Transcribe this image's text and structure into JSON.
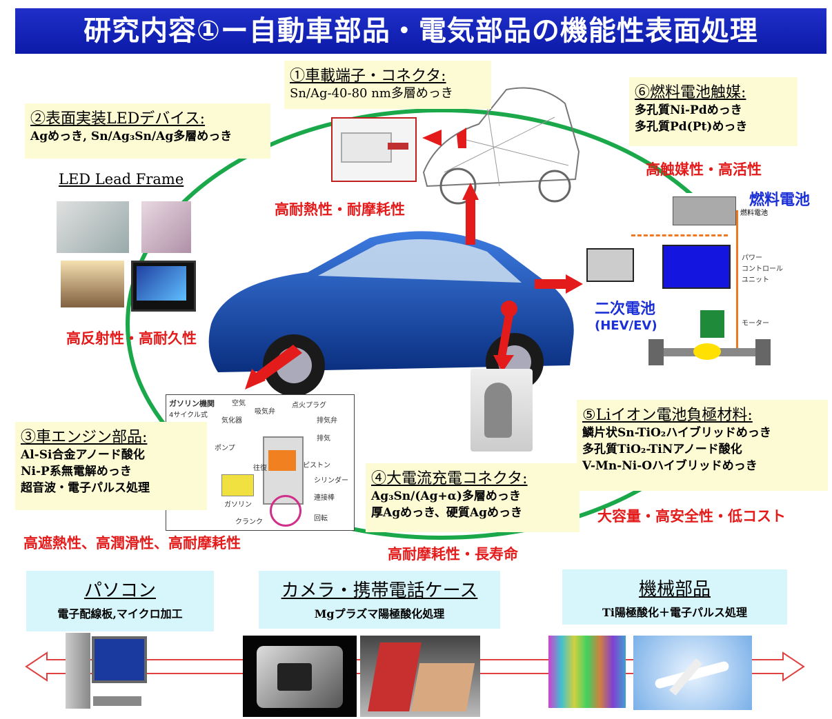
{
  "title": "研究内容①ー自動車部品・電気部品の機能性表面処理",
  "items": {
    "connector": {
      "heading": "①車載端子・コネクタ:",
      "lines": [
        "Sn/Ag-40-80 nm多層めっき"
      ]
    },
    "led": {
      "heading": "②表面実装LEDデバイス:",
      "lines": [
        "Agめっき, Sn/Ag₃Sn/Ag多層めっき"
      ]
    },
    "engine": {
      "heading": "③車エンジン部品:",
      "lines": [
        "Al-Si合金アノード酸化",
        "Ni-P系無電解めっき",
        "超音波・電子パルス処理"
      ]
    },
    "charge": {
      "heading": "④大電流充電コネクタ:",
      "lines": [
        "Ag₃Sn/(Ag+α)多層めっき",
        "厚Agめっき、硬質Agめっき"
      ]
    },
    "liion": {
      "heading": "⑤Liイオン電池負極材料:",
      "lines": [
        "鱗片状Sn-TiO₂ハイブリッドめっき",
        "多孔質TiO₂-TiNアノード酸化",
        "V-Mn-Ni-Oハイブリッドめっき"
      ]
    },
    "fuelcell": {
      "heading": "⑥燃料電池触媒:",
      "lines": [
        "多孔質Ni-Pdめっき",
        "多孔質Pd(Pt)めっき"
      ]
    }
  },
  "properties": {
    "connector": "高耐熱性・耐摩耗性",
    "led": "高反射性・高耐久性",
    "engine": "高遮熱性、高潤滑性、高耐摩耗性",
    "charge": "高耐摩耗性・長寿命",
    "liion": "大容量・高安全性・低コスト",
    "fuelcell": "高触媒性・高活性"
  },
  "led_frame_label": "LED Lead Frame",
  "fuel_cell_label": "燃料電池",
  "battery_label": "二次電池",
  "battery_sub": "(HEV/EV)",
  "diagram_labels": {
    "pcu": [
      "パワー",
      "コントロール",
      "ユニット"
    ],
    "motor": "モーター",
    "tank": "燃料電池"
  },
  "engine_diagram": {
    "title": "ガソリン機関",
    "subtitle": "4サイクル式",
    "labels": [
      "空気",
      "気化器",
      "吸気弁",
      "点火プラグ",
      "排気弁",
      "排気",
      "ポンプ",
      "往復",
      "ピストン",
      "シリンダー",
      "ガソリン",
      "連接棒",
      "クランク",
      "回転"
    ]
  },
  "bottom": {
    "pc": {
      "heading": "パソコン",
      "line": "電子配線板,マイクロ加工"
    },
    "camera": {
      "heading": "カメラ・携帯電話ケース",
      "line": "Mgプラズマ陽極酸化処理"
    },
    "machine": {
      "heading": "機械部品",
      "line": "Ti陽極酸化＋電子パルス処理"
    }
  },
  "colors": {
    "title_bg": "#1224b8",
    "red": "#e31b1b",
    "green": "#1aa84a",
    "box": "#fdfbd3",
    "cyan": "#d6f6fb",
    "blue": "#1a2fd6"
  }
}
